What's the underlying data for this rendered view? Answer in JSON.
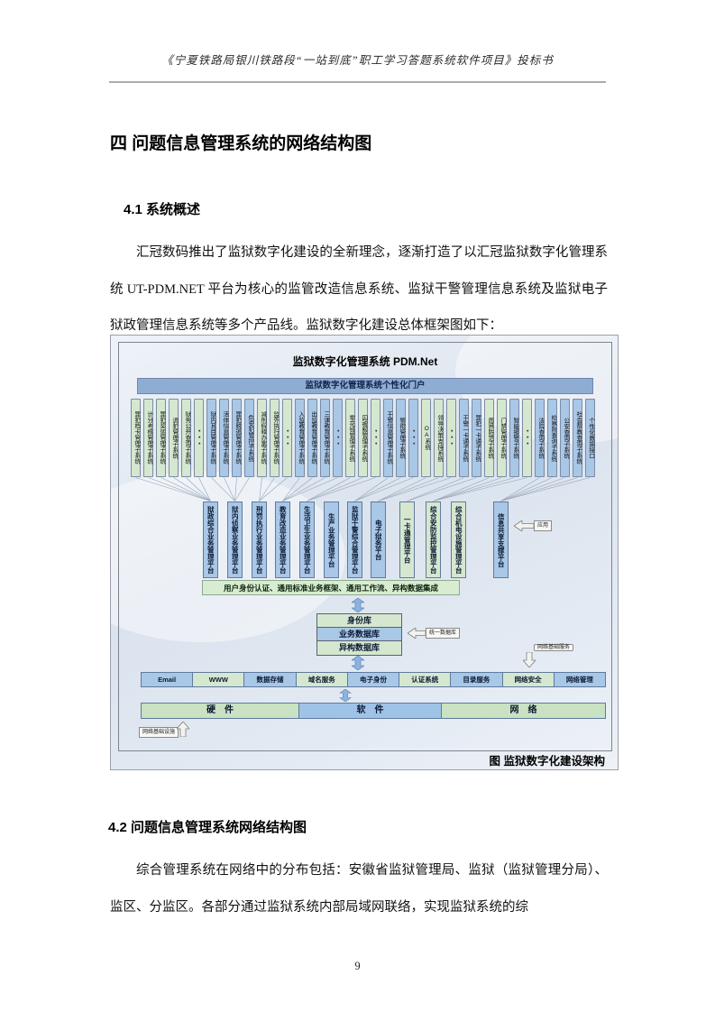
{
  "page": {
    "header": "《宁夏铁路局银川铁路段“一站到底”职工学习答题系统软件项目》投标书",
    "page_number": "9"
  },
  "sections": {
    "h1": "四 问题信息管理系统的网络结构图",
    "s41_title": "4.1 系统概述",
    "s41_para": "汇冠数码推出了监狱数字化建设的全新理念，逐渐打造了以汇冠监狱数字化管理系统 UT-PDM.NET 平台为核心的监管改造信息系统、监狱干警管理信息系统及监狱电子狱政管理信息系统等多个产品线。监狱数字化建设总体框架图如下：",
    "s42_title": "4.2 问题信息管理系统网络结构图",
    "s42_para": "综合管理系统在网络中的分布包括：安徽省监狱管理局、监狱（监狱管理分局）、监区、分监区。各部分通过监狱系统内部局域网联络，实现监狱系统的综"
  },
  "diagram": {
    "title": "监狱数字化管理系统 PDM.Net",
    "portal_banner": "监狱数字化管理系统个性化门户",
    "caption": "图  监狱数字化建设架构",
    "integration_bar": "用户身份认证、通用标准业务框架、通用工作流、异构数据集成",
    "subsystems": [
      {
        "label": "罪犯档卡管理子系统",
        "color": "green",
        "target": 0
      },
      {
        "label": "计分考核管理子系统",
        "color": "green",
        "target": 0
      },
      {
        "label": "罪犯奖惩管理子系统",
        "color": "green",
        "target": 0
      },
      {
        "label": "调犯管理子系统",
        "color": "green",
        "target": 0
      },
      {
        "label": "狱务公开查询子系统",
        "color": "green",
        "target": 0
      },
      {
        "label": "●●●",
        "color": "green",
        "target": 0
      },
      {
        "label": "狱内耳目管理子系统",
        "color": "blue",
        "target": 1
      },
      {
        "label": "活体信息管理子系统",
        "color": "blue",
        "target": 1
      },
      {
        "label": "罪犯脱逃管理子系统",
        "color": "blue",
        "target": 1
      },
      {
        "label": "危安犯管控子系统",
        "color": "blue",
        "target": 1
      },
      {
        "label": "减刑假释办案子系统",
        "color": "green",
        "target": 2
      },
      {
        "label": "监外执行管理子系统",
        "color": "green",
        "target": 2
      },
      {
        "label": "●●●",
        "color": "green",
        "target": 2
      },
      {
        "label": "入监教育管理子系统",
        "color": "blue",
        "target": 3
      },
      {
        "label": "出监教育管理子系统",
        "color": "blue",
        "target": 3
      },
      {
        "label": "三课教育管理子系统",
        "color": "blue",
        "target": 3
      },
      {
        "label": "●●●",
        "color": "blue",
        "target": 3
      },
      {
        "label": "零花钱管理子系统",
        "color": "green",
        "target": 4
      },
      {
        "label": "囚被服管理子系统",
        "color": "green",
        "target": 4
      },
      {
        "label": "●●●",
        "color": "green",
        "target": 4
      },
      {
        "label": "干警信息管理子系统",
        "color": "blue",
        "target": 6
      },
      {
        "label": "警衔管理子系统",
        "color": "blue",
        "target": 6
      },
      {
        "label": "●●●",
        "color": "blue",
        "target": 6
      },
      {
        "label": "OA系统",
        "color": "green",
        "target": 7
      },
      {
        "label": "领导决策支持系统",
        "color": "green",
        "target": 7
      },
      {
        "label": "●●●",
        "color": "green",
        "target": 7
      },
      {
        "label": "干警一卡通子系统",
        "color": "blue",
        "target": 8
      },
      {
        "label": "罪犯一卡通子系统",
        "color": "blue",
        "target": 8
      },
      {
        "label": "周界防范子系统",
        "color": "green",
        "target": 9
      },
      {
        "label": "门禁管理子系统",
        "color": "green",
        "target": 9
      },
      {
        "label": "智能报警子系统",
        "color": "blue",
        "target": 9
      },
      {
        "label": "●●●",
        "color": "green",
        "target": 9
      },
      {
        "label": "法院查询子系统",
        "color": "blue",
        "target": 11
      },
      {
        "label": "检察院查询子系统",
        "color": "blue",
        "target": 11
      },
      {
        "label": "公安查询子系统",
        "color": "blue",
        "target": 11
      },
      {
        "label": "社会帮教查询子系统",
        "color": "blue",
        "target": 11
      },
      {
        "label": "个性化数据接口",
        "color": "blue",
        "target": 11
      }
    ],
    "platforms": [
      {
        "label": "狱政综合业务管理平台",
        "color": "blue"
      },
      {
        "label": "狱内侦察业务管理平台",
        "color": "blue"
      },
      {
        "label": "刑罚执行业务管理平台",
        "color": "blue"
      },
      {
        "label": "教育改造业务管理平台",
        "color": "blue"
      },
      {
        "label": "生活卫生业务管理平台",
        "color": "blue"
      },
      {
        "label": "生产业务管理平台",
        "color": "blue"
      },
      {
        "label": "监狱干警综合管理平台",
        "color": "blue"
      },
      {
        "label": "电子狱务平台",
        "color": "blue"
      },
      {
        "label": "一卡通管理平台",
        "color": "green"
      },
      {
        "label": "综合安防监控管理平台",
        "color": "green"
      },
      {
        "label": "综合机电设施管理平台",
        "color": "green"
      },
      {
        "label": "信息共享支撑平台",
        "color": "blue"
      }
    ],
    "databases": [
      {
        "label": "身份库",
        "color": "green"
      },
      {
        "label": "业务数据库",
        "color": "blue"
      },
      {
        "label": "异构数据库",
        "color": "green"
      }
    ],
    "services": [
      {
        "label": "Email",
        "color": "blue"
      },
      {
        "label": "WWW",
        "color": "green"
      },
      {
        "label": "数据存储",
        "color": "blue"
      },
      {
        "label": "域名服务",
        "color": "green"
      },
      {
        "label": "电子身份",
        "color": "blue"
      },
      {
        "label": "认证系统",
        "color": "green"
      },
      {
        "label": "目录服务",
        "color": "blue"
      },
      {
        "label": "网络安全",
        "color": "green"
      },
      {
        "label": "网络管理",
        "color": "blue"
      }
    ],
    "foundation": [
      {
        "label": "硬　件",
        "color": "green"
      },
      {
        "label": "软　件",
        "color": "blue"
      },
      {
        "label": "网　络",
        "color": "green"
      }
    ],
    "arrow_labels": {
      "app": "应用",
      "unified_db": "统一数据库",
      "net_services": "网络基础服务",
      "net_infra": "网络基础设施"
    },
    "colors": {
      "green": "#d5e7cf",
      "blue": "#a9c7e7",
      "banner": "#8fadd3",
      "barGreen": "#d8ecd2",
      "fndGreen": "#c9e2c3",
      "fndBlue": "#9fc3e6",
      "arrowFill": "#8db3de"
    }
  }
}
